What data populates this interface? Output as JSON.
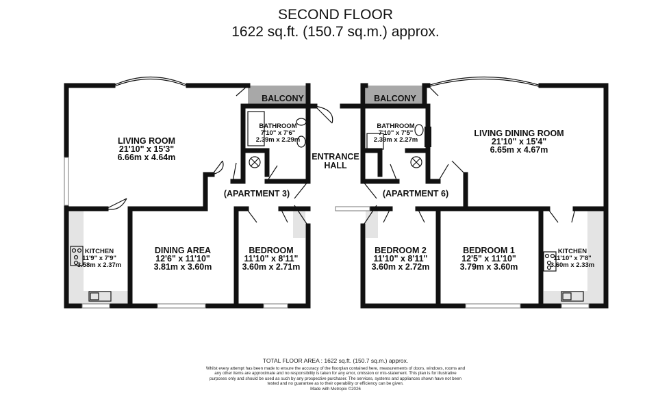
{
  "header": {
    "title": "SECOND FLOOR",
    "subtitle": "1622 sq.ft. (150.7 sq.m.) approx."
  },
  "rooms": {
    "balcony_left": {
      "name": "BALCONY"
    },
    "balcony_right": {
      "name": "BALCONY"
    },
    "living_room": {
      "name": "LIVING ROOM",
      "imperial": "21'10\"  x 15'3\"",
      "metric": "6.66m  x 4.64m"
    },
    "bathroom_left": {
      "name": "BATHROOM",
      "imperial": "7'10\"  x 7'6\"",
      "metric": "2.39m  x 2.29m"
    },
    "entrance_hall": {
      "name1": "ENTRANCE",
      "name2": "HALL"
    },
    "bathroom_right": {
      "name": "BATHROOM",
      "imperial": "7'10\"  x 7'5\"",
      "metric": "2.39m  x 2.27m"
    },
    "living_dining_room": {
      "name": "LIVING DINING ROOM",
      "imperial": "21'10\"  x 15'4\"",
      "metric": "6.65m  x 4.67m"
    },
    "apartment_3": {
      "name": "(APARTMENT 3)"
    },
    "apartment_6": {
      "name": "(APARTMENT 6)"
    },
    "kitchen_left": {
      "name": "KITCHEN",
      "imperial": "11'9\"  x 7'9\"",
      "metric": "3.58m  x 2.37m"
    },
    "dining_area": {
      "name": "DINING AREA",
      "imperial": "12'6\"  x 11'10\"",
      "metric": "3.81m  x 3.60m"
    },
    "bedroom": {
      "name": "BEDROOM",
      "imperial": "11'10\"  x 8'11\"",
      "metric": "3.60m  x 2.71m"
    },
    "bedroom_2": {
      "name": "BEDROOM 2",
      "imperial": "11'10\"  x 8'11\"",
      "metric": "3.60m  x 2.72m"
    },
    "bedroom_1": {
      "name": "BEDROOM 1",
      "imperial": "12'5\"  x 11'10\"",
      "metric": "3.79m  x 3.60m"
    },
    "kitchen_right": {
      "name": "KITCHEN",
      "imperial": "11'10\"  x 7'8\"",
      "metric": "3.60m  x 2.33m"
    }
  },
  "footer": {
    "total": "TOTAL FLOOR AREA : 1622 sq.ft. (150.7 sq.m.) approx.",
    "disclaimer": "Whilst every attempt has been made to ensure the accuracy of the floorplan contained here, measurements of doors, windows, rooms and any other items are approximate and no responsibility is taken for any error, omission or mis-statement. This plan is for illustrative purposes only and should be used as such by any prospective purchaser. The services, systems and appliances shown have not been tested and no guarantee as to their operability or efficiency can be given.",
    "credit": "Made with Metropix ©2026"
  },
  "colors": {
    "wall": "#111111",
    "balcony": "#a8a8a8",
    "fitting": "#e4e4e4"
  }
}
